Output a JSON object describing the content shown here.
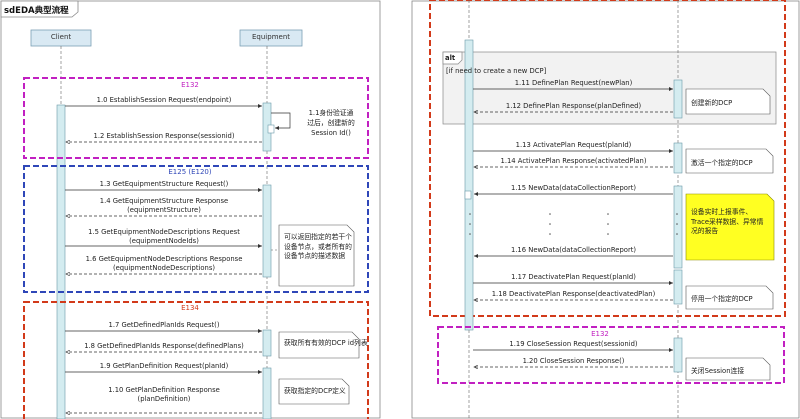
{
  "left": {
    "frame_title": "sdEDA典型流程",
    "participants": {
      "client": "Client",
      "equipment": "Equipment"
    },
    "regions": [
      {
        "label": "E132",
        "style": "magenta"
      },
      {
        "label": "E125 (E120)",
        "style": "blue"
      },
      {
        "label": "E134",
        "style": "red"
      }
    ],
    "messages": [
      "1.0 EstablishSession Request(endpoint)",
      "1.2 EstablishSession Response(sessionid)",
      "1.3 GetEquipmentStructure Request()",
      "1.4 GetEquipmentStructure Response",
      "(equipmentStructure)",
      "1.5 GetEquipmentNodeDescriptions Request",
      "(equipmentNodeIds)",
      "1.6 GetEquipmentNodeDescriptions Response",
      "(equipmentNodeDescriptions)",
      "1.7 GetDefinedPlanIds Request()",
      "1.8 GetDefinedPlanIds Response(definedPlans)",
      "1.9 GetPlanDefinition Request(planId)",
      "1.10 GetPlanDefinition Response",
      "(planDefinition)"
    ],
    "self_msg": [
      "1.1身份验证通",
      "过后，创建新的",
      "Session Id()"
    ],
    "notes": {
      "n1": [
        "可以返回指定的若干个",
        "设备节点，或者所有的",
        "设备节点的描述数据"
      ],
      "n2": "获取所有有效的DCP id列表",
      "n3": "获取指定的DCP定义"
    }
  },
  "right": {
    "alt_keyword": "alt",
    "alt_guard": "[if need to create a new DCP]",
    "region": "E132",
    "messages": [
      "1.11 DefinePlan Request(newPlan)",
      "1.12 DefinePlan Response(planDefined)",
      "1.13 ActivatePlan Request(planId)",
      "1.14 ActivatePlan Response(activatedPlan)",
      "1.15 NewData(dataCollectionReport)",
      "1.16 NewData(dataCollectionReport)",
      "1.17 DeactivatePlan Request(planId)",
      "1.18 DeactivatePlan Response(deactivatedPlan)",
      "1.19 CloseSession Request(sessionid)",
      "1.20 CloseSession Response()"
    ],
    "notes": {
      "n1": "创建新的DCP",
      "n2": "激活一个指定的DCP",
      "n3": [
        "设备实时上报事件、",
        "Trace采样数据、异常情",
        "况的报告"
      ],
      "n4": "停用一个指定的DCP",
      "n5": "关闭Session连接"
    }
  },
  "colors": {
    "magenta": "#c120c1",
    "blue": "#2f47b8",
    "red": "#d23a1a",
    "lifeline_fill": "#d4ecf0",
    "participant_fill": "#d9e9f3",
    "note_fill": "#ffffff",
    "note_yellow": "#ffff22",
    "alt_fill": "#f2f2f2"
  }
}
